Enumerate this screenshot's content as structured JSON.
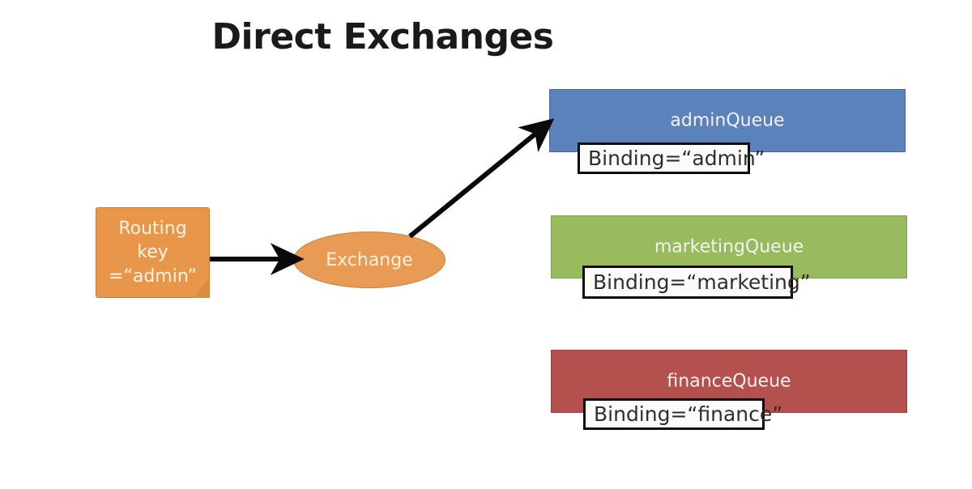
{
  "title": "Direct Exchanges",
  "routing_note": {
    "name": "routing-key-note",
    "lines": [
      "Routing",
      "key",
      "=“admin”"
    ],
    "fill": "#e8974a",
    "text_color": "#fdf3e2"
  },
  "exchange": {
    "label": "Exchange",
    "fill": "#e89b55",
    "text_color": "#fbf0dd"
  },
  "queues": [
    {
      "id": "admin",
      "label": "adminQueue",
      "fill": "#5b82ba",
      "binding": "Binding=“admin”"
    },
    {
      "id": "marketing",
      "label": "marketingQueue",
      "fill": "#9aba5e",
      "binding": "Binding=“marketing”"
    },
    {
      "id": "finance",
      "label": "financeQueue",
      "fill": "#b4504e",
      "binding": "Binding=“finance”"
    }
  ],
  "arrows": [
    {
      "name": "arrow-routing-to-exchange",
      "from": "routing-key-note",
      "to": "exchange",
      "color": "#0a0a0a"
    },
    {
      "name": "arrow-exchange-to-admin-queue",
      "from": "exchange",
      "to": "adminQueue",
      "color": "#0a0a0a"
    }
  ],
  "background": "#ffffff"
}
